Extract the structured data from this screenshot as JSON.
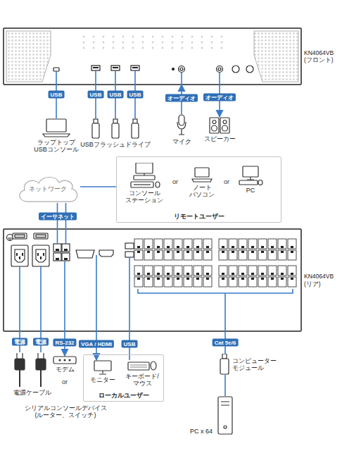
{
  "diagram": {
    "nodes": [
      {
        "text": [
          "KN4064VB (フロント)"
        ]
      },
      {
        "text": [
          "ラップトップ USBコンソール"
        ]
      },
      {
        "text": [
          "USBフラッシュドライブ"
        ]
      },
      {
        "text": [
          "マイク"
        ]
      },
      {
        "text": [
          "スピーカー"
        ]
      },
      {
        "text": [
          "ネットワーク"
        ]
      },
      {
        "text": [
          "リモートユーザー"
        ]
      },
      {
        "text": [
          "コンソール ステーション"
        ],
        "in": 6
      },
      {
        "text": [
          "ノート パソコン"
        ],
        "in": 6
      },
      {
        "text": [
          "PC"
        ],
        "in": 6
      },
      {
        "text": [
          "KN4064VB (リア)"
        ]
      },
      {
        "text": [
          "電源ケーブル"
        ]
      },
      {
        "text": [
          "モデム"
        ]
      },
      {
        "text": [
          "シリアルコンソールデバイス (ルーター、スイッチ)"
        ]
      },
      {
        "text": [
          "ローカルユーザー"
        ]
      },
      {
        "text": [
          "モニター"
        ],
        "in": 14
      },
      {
        "text": [
          "キーボード/ マウス"
        ],
        "in": 14
      },
      {
        "text": [
          "コンピューター モジュール"
        ]
      },
      {
        "text": [
          "PC x 64"
        ]
      }
    ],
    "edges": [
      {
        "from": 0,
        "to": 1,
        "label": "USB",
        "arrow": "none"
      },
      {
        "from": 0,
        "to": 2,
        "label": "USB",
        "arrow": "none"
      },
      {
        "from": 0,
        "to": 2,
        "label": "USB",
        "arrow": "none"
      },
      {
        "from": 0,
        "to": 2,
        "label": "USB",
        "arrow": "none"
      },
      {
        "from": 3,
        "to": 0,
        "label": "オーディオ",
        "arrow": "to"
      },
      {
        "from": 0,
        "to": 4,
        "label": "オーディオ",
        "arrow": "to"
      },
      {
        "from": 10,
        "to": 5,
        "label": "イーサネット",
        "arrow": "none"
      },
      {
        "from": 10,
        "to": 5,
        "arrow": "none"
      },
      {
        "from": 5,
        "to": 6,
        "arrow": "none"
      },
      {
        "from": 10,
        "to": 11,
        "label": "電源",
        "arrow": "none"
      },
      {
        "from": 10,
        "to": 11,
        "label": "電源",
        "arrow": "none"
      },
      {
        "from": 10,
        "to": 12,
        "label": "RS-232",
        "arrow": "to"
      },
      {
        "from": 10,
        "to": 15,
        "label": "VGA / HDMI",
        "arrow": "to"
      },
      {
        "from": 10,
        "to": 16,
        "label": "USB",
        "arrow": "none"
      },
      {
        "from": 10,
        "to": 17,
        "label": "Cat 5e/6",
        "arrow": "none"
      },
      {
        "from": 17,
        "to": 18,
        "arrow": "none"
      }
    ],
    "labels": [
      "or",
      "or",
      "or"
    ]
  }
}
